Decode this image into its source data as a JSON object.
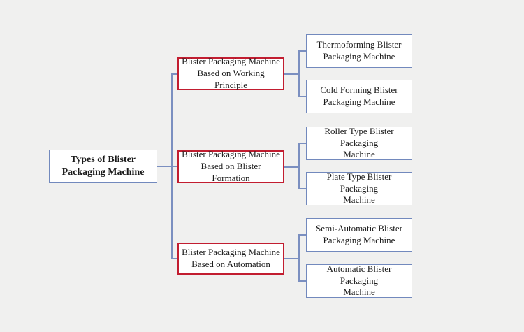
{
  "diagram": {
    "title": "Types of Blister Packaging Machine hierarchy",
    "root": {
      "label": "Types of Blister\nPackaging Machine"
    },
    "branches": [
      {
        "label": "Blister Packaging Machine\nBased on Working Principle",
        "children": [
          {
            "label": "Thermoforming Blister\nPackaging Machine"
          },
          {
            "label": "Cold Forming Blister\nPackaging Machine"
          }
        ]
      },
      {
        "label": "Blister Packaging Machine\nBased on Blister Formation",
        "children": [
          {
            "label": "Roller Type Blister Packaging\nMachine"
          },
          {
            "label": "Plate Type Blister Packaging\nMachine"
          }
        ]
      },
      {
        "label": "Blister Packaging Machine\nBased on Automation",
        "children": [
          {
            "label": "Semi-Automatic Blister\nPackaging Machine"
          },
          {
            "label": "Automatic Blister Packaging\nMachine"
          }
        ]
      }
    ],
    "colors": {
      "bg": "#f0f0ef",
      "box-fill": "#ffffff",
      "blue": "#7289bd",
      "red": "#c21d30",
      "line": "#7b8fc0",
      "text": "#1a1a1a"
    }
  }
}
